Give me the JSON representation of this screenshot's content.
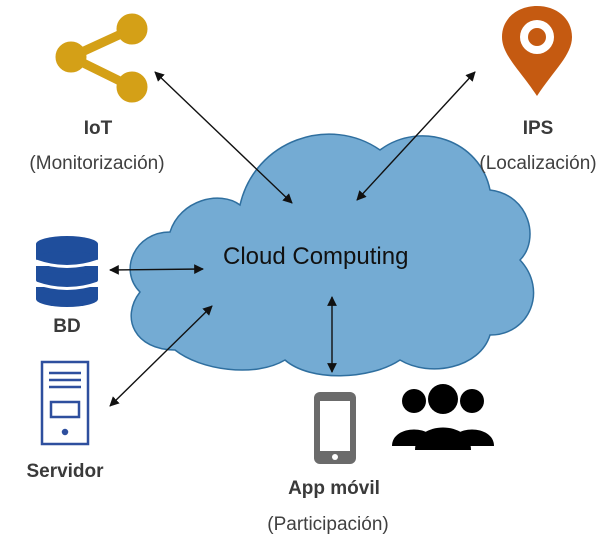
{
  "cloud": {
    "label": "Cloud Computing",
    "color": "#74abd3"
  },
  "nodes": {
    "iot": {
      "title": "IoT",
      "subtitle": "(Monitorización)",
      "icon": "share-icon",
      "color": "#d4a017"
    },
    "ips": {
      "title": "IPS",
      "subtitle": "(Localización)",
      "icon": "location-pin-icon",
      "color": "#c55a11"
    },
    "bd": {
      "title": "BD",
      "icon": "database-icon",
      "color": "#1f4e9c"
    },
    "servidor": {
      "title": "Servidor",
      "icon": "server-icon",
      "color": "#2e4f9e"
    },
    "app": {
      "title": "App móvil",
      "subtitle": "(Participación)",
      "icon": "smartphone-icon",
      "color": "#6b6b6b"
    },
    "users": {
      "icon": "users-group-icon",
      "color": "#000000"
    }
  }
}
